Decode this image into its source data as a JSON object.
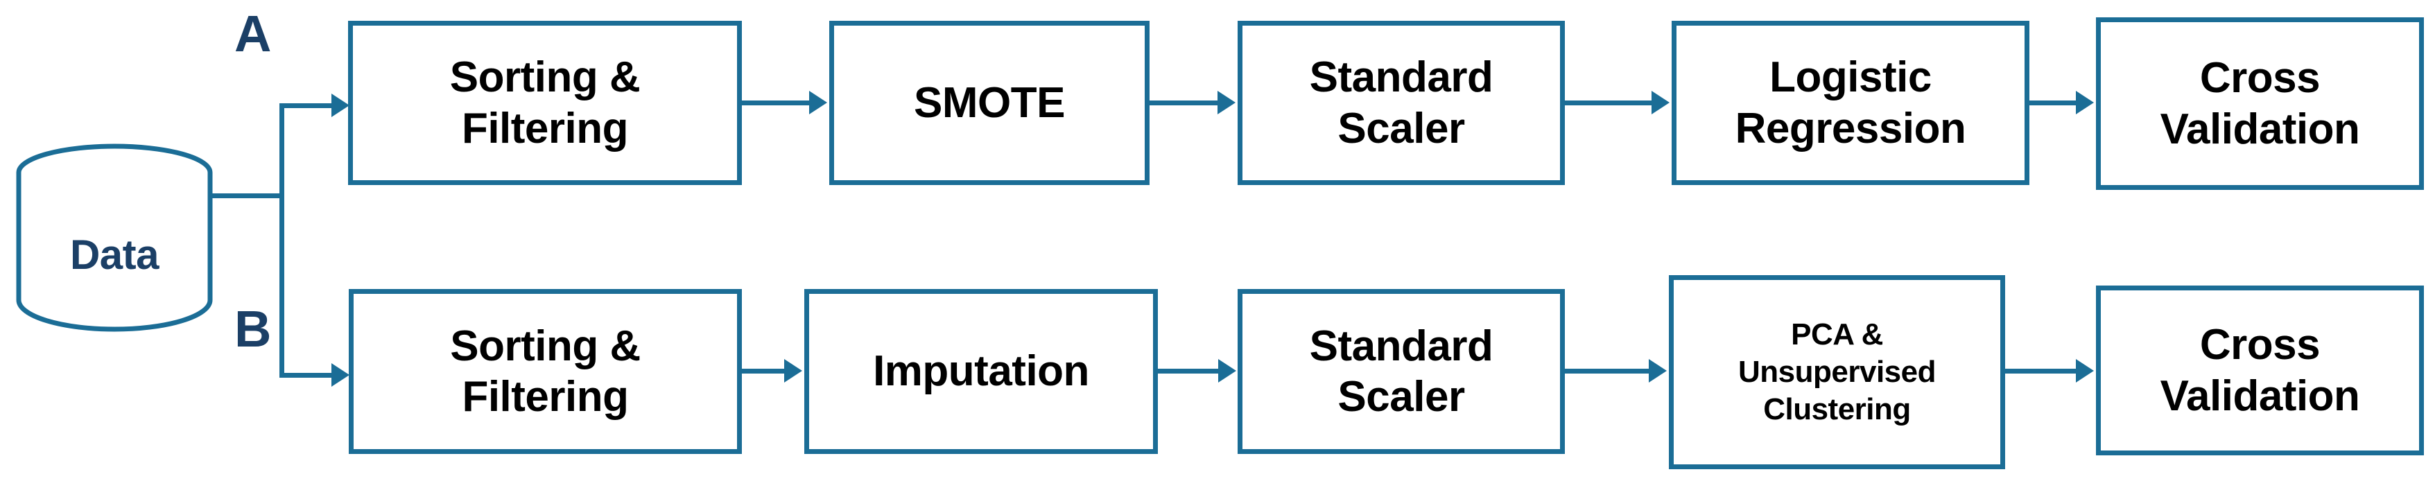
{
  "diagram": {
    "title": "Machine learning pipeline flowchart with two branches",
    "colors": {
      "stroke": "#1b6d96",
      "box_text": "#000000",
      "label_text": "#1b3f66",
      "background": "#ffffff"
    },
    "datastore": {
      "label": "Data",
      "shape": "cylinder"
    },
    "branches": [
      {
        "id": "A",
        "letter": "A",
        "steps": [
          {
            "label": "Sorting &\nFiltering"
          },
          {
            "label": "SMOTE"
          },
          {
            "label": "Standard\nScaler"
          },
          {
            "label": "Logistic\nRegression"
          },
          {
            "label": "Cross\nValidation"
          }
        ]
      },
      {
        "id": "B",
        "letter": "B",
        "steps": [
          {
            "label": "Sorting &\nFiltering"
          },
          {
            "label": "Imputation"
          },
          {
            "label": "Standard\nScaler"
          },
          {
            "label": "PCA &\nUnsupervised\nClustering"
          },
          {
            "label": "Cross\nValidation"
          }
        ]
      }
    ]
  }
}
